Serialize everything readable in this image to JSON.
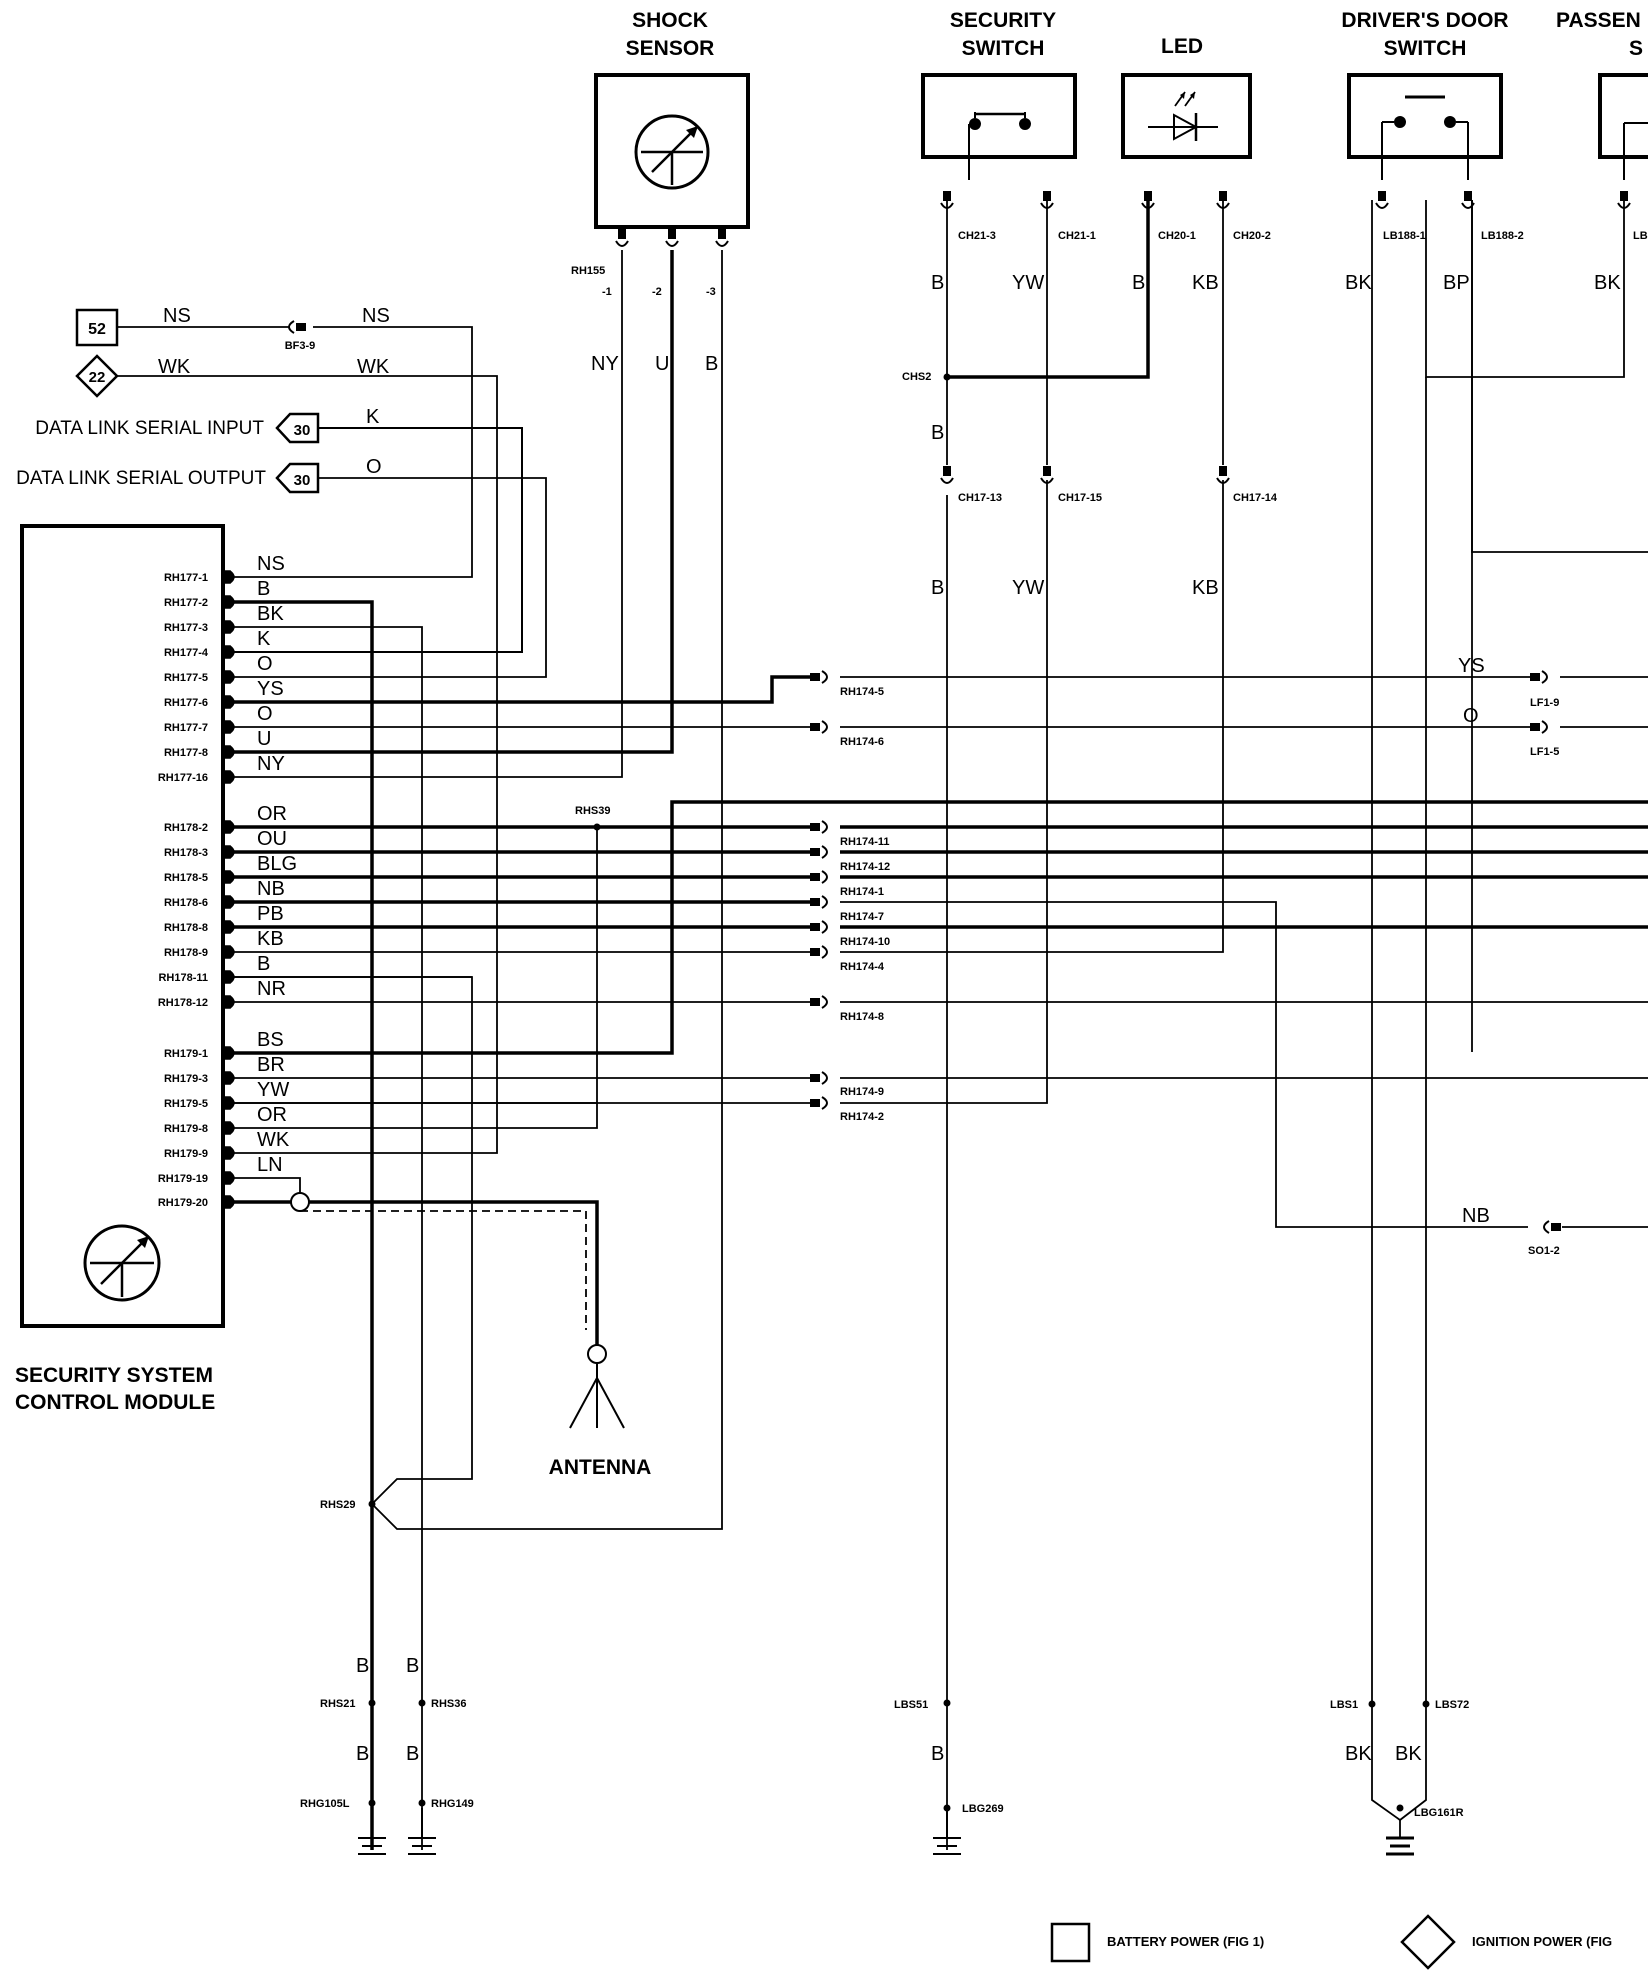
{
  "components": {
    "shock_sensor": [
      "SHOCK",
      "SENSOR"
    ],
    "security_switch": [
      "SECURITY",
      "SWITCH"
    ],
    "led": "LED",
    "drivers_door_switch": [
      "DRIVER'S DOOR",
      "SWITCH"
    ],
    "passenger_door_partial": [
      "PASSEN",
      "S"
    ],
    "control_module": [
      "SECURITY SYSTEM",
      "CONTROL MODULE"
    ],
    "antenna": "ANTENNA"
  },
  "references": {
    "battery_power_num": "52",
    "ignition_power_num": "22",
    "data_link_num": "30",
    "data_link_input": "DATA LINK SERIAL INPUT",
    "data_link_output": "DATA LINK SERIAL OUTPUT"
  },
  "legend": {
    "battery": "BATTERY POWER (FIG 1)",
    "ignition": "IGNITION POWER (FIG"
  },
  "module_pins": [
    {
      "pin": "RH177-1",
      "wire": "NS"
    },
    {
      "pin": "RH177-2",
      "wire": "B"
    },
    {
      "pin": "RH177-3",
      "wire": "BK"
    },
    {
      "pin": "RH177-4",
      "wire": "K"
    },
    {
      "pin": "RH177-5",
      "wire": "O"
    },
    {
      "pin": "RH177-6",
      "wire": "YS"
    },
    {
      "pin": "RH177-7",
      "wire": "O"
    },
    {
      "pin": "RH177-8",
      "wire": "U"
    },
    {
      "pin": "RH177-16",
      "wire": "NY"
    },
    {
      "pin": "RH178-2",
      "wire": "OR"
    },
    {
      "pin": "RH178-3",
      "wire": "OU"
    },
    {
      "pin": "RH178-5",
      "wire": "BLG"
    },
    {
      "pin": "RH178-6",
      "wire": "NB"
    },
    {
      "pin": "RH178-8",
      "wire": "PB"
    },
    {
      "pin": "RH178-9",
      "wire": "KB"
    },
    {
      "pin": "RH178-11",
      "wire": "B"
    },
    {
      "pin": "RH178-12",
      "wire": "NR"
    },
    {
      "pin": "RH179-1",
      "wire": "BS"
    },
    {
      "pin": "RH179-3",
      "wire": "BR"
    },
    {
      "pin": "RH179-5",
      "wire": "YW"
    },
    {
      "pin": "RH179-8",
      "wire": "OR"
    },
    {
      "pin": "RH179-9",
      "wire": "WK"
    },
    {
      "pin": "RH179-19",
      "wire": "LN"
    },
    {
      "pin": "RH179-20",
      "wire": ""
    }
  ],
  "connectors": {
    "rh155": [
      "RH155",
      "-1",
      "-2",
      "-3"
    ],
    "bf3_9": "BF3-9",
    "ch21_3": "CH21-3",
    "ch21_1": "CH21-1",
    "ch20_1": "CH20-1",
    "ch20_2": "CH20-2",
    "lb188_1": "LB188-1",
    "lb188_2": "LB188-2",
    "lb_partial": "LB",
    "chs2": "CHS2",
    "ch17_13": "CH17-13",
    "ch17_15": "CH17-15",
    "ch17_14": "CH17-14",
    "rh174_5": "RH174-5",
    "rh174_6": "RH174-6",
    "lf1_9": "LF1-9",
    "lf1_5": "LF1-5",
    "rhs39": "RHS39",
    "rh174_11": "RH174-11",
    "rh174_12": "RH174-12",
    "rh174_1": "RH174-1",
    "rh174_7": "RH174-7",
    "rh174_10": "RH174-10",
    "rh174_4": "RH174-4",
    "rh174_8": "RH174-8",
    "rh174_9": "RH174-9",
    "rh174_2": "RH174-2",
    "so1_2": "SO1-2",
    "rhs29": "RHS29",
    "rhs21": "RHS21",
    "rhs36": "RHS36",
    "rhg105l": "RHG105L",
    "rhg149": "RHG149",
    "lbs51": "LBS51",
    "lbg269": "LBG269",
    "lbs1": "LBS1",
    "lbs72": "LBS72",
    "lbg161r": "LBG161R"
  },
  "wires": {
    "ns": "NS",
    "wk": "WK",
    "k": "K",
    "o": "O",
    "ny": "NY",
    "u": "U",
    "b": "B",
    "yw": "YW",
    "kb": "KB",
    "bk": "BK",
    "bp": "BP",
    "ys": "YS",
    "nb": "NB"
  }
}
